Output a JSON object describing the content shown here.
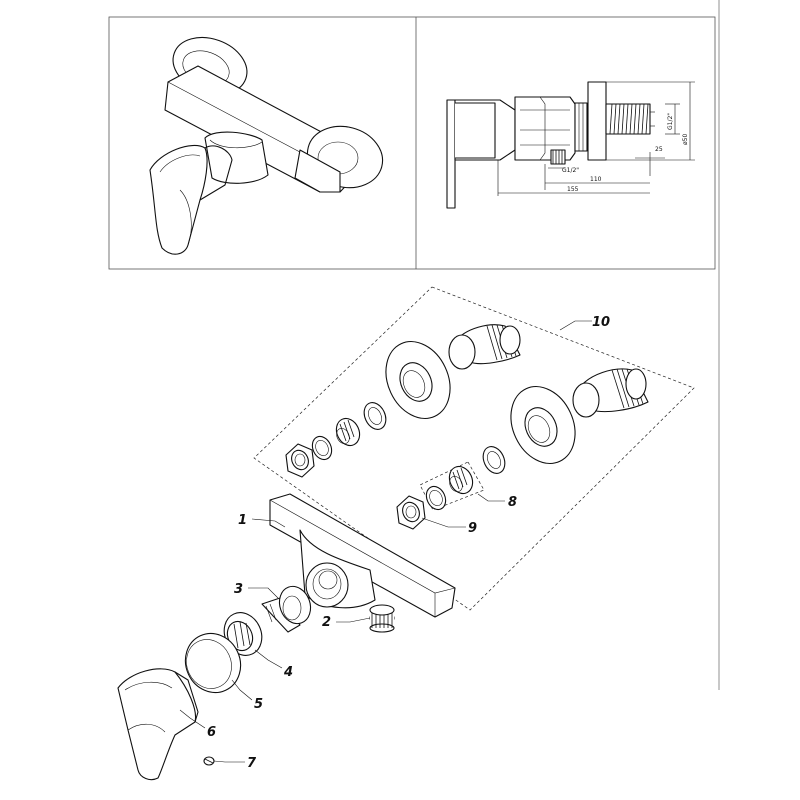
{
  "dimensions": {
    "inlet_thread": "G1/2\"",
    "outlet_thread": "G1/2\"",
    "diameter_label": "ø50",
    "dim_25": "25",
    "dim_110": "110",
    "dim_155": "155"
  },
  "parts": [
    {
      "number": "1"
    },
    {
      "number": "2"
    },
    {
      "number": "3"
    },
    {
      "number": "4"
    },
    {
      "number": "5"
    },
    {
      "number": "6"
    },
    {
      "number": "7"
    },
    {
      "number": "8"
    },
    {
      "number": "9"
    },
    {
      "number": "10"
    }
  ]
}
